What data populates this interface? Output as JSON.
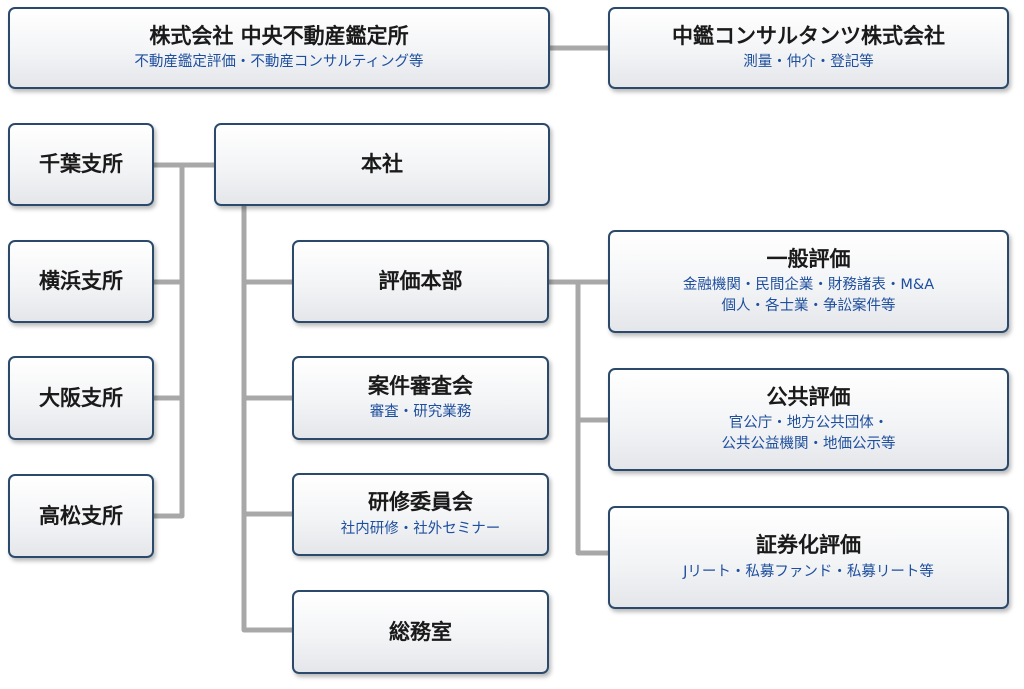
{
  "top_left": {
    "title": "株式会社 中央不動産鑑定所",
    "subtitle": "不動産鑑定評価・不動産コンサルティング等"
  },
  "top_right": {
    "title": "中鑑コンサルタンツ株式会社",
    "subtitle": "測量・仲介・登記等"
  },
  "branches": [
    {
      "label": "千葉支所"
    },
    {
      "label": "横浜支所"
    },
    {
      "label": "大阪支所"
    },
    {
      "label": "高松支所"
    }
  ],
  "head_office": {
    "label": "本社"
  },
  "departments": [
    {
      "title": "評価本部",
      "subtitle": ""
    },
    {
      "title": "案件審査会",
      "subtitle": "審査・研究業務"
    },
    {
      "title": "研修委員会",
      "subtitle": "社内研修・社外セミナー"
    },
    {
      "title": "総務室",
      "subtitle": ""
    }
  ],
  "evaluation_units": [
    {
      "title": "一般評価",
      "line1": "金融機関・民間企業・財務諸表・M&A",
      "line2": "個人・各士業・争訟案件等"
    },
    {
      "title": "公共評価",
      "line1": "官公庁・地方公共団体・",
      "line2": "公共公益機関・地価公示等"
    },
    {
      "title": "証券化評価",
      "line1": "Jリート・私募ファンド・私募リート等",
      "line2": ""
    }
  ],
  "colors": {
    "box_border": "#2b4a6b",
    "connector": "#a8a8a8",
    "title_text": "#1a1a1a",
    "subtitle_text": "#1e4f9e"
  }
}
